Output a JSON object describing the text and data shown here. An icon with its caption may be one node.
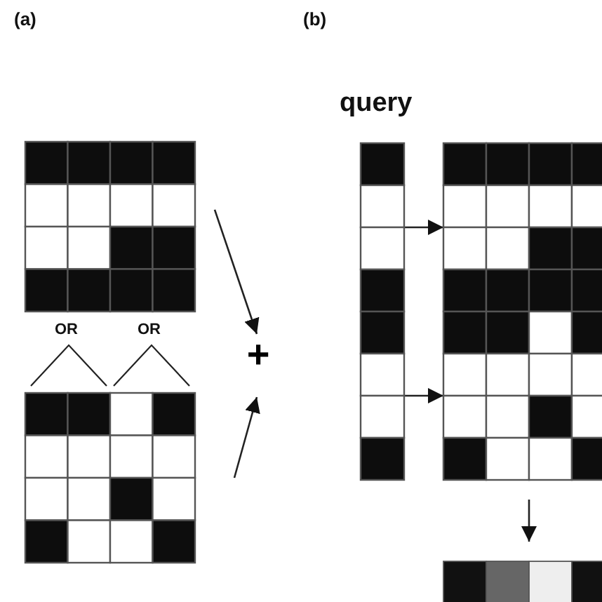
{
  "diagram": {
    "nodes": [
      {
        "text": [],
        "shape": "grid"
      },
      {
        "text": [],
        "shape": "grid"
      },
      {
        "text": [
          "+"
        ]
      },
      {
        "text": [],
        "shape": "grid",
        "beside": [
          "query"
        ]
      },
      {
        "text": [],
        "shape": "grid"
      },
      {
        "text": [],
        "shape": "bar"
      }
    ],
    "edges": [
      {
        "from": 0,
        "to": 2,
        "arrow": "to"
      },
      {
        "from": 1,
        "to": 2,
        "arrow": "to"
      },
      {
        "from": 3,
        "to": 4,
        "arrow": "to"
      },
      {
        "from": 3,
        "to": 4,
        "arrow": "to"
      },
      {
        "from": 4,
        "to": 5,
        "arrow": "to"
      }
    ],
    "labels": [
      "(a)",
      "OR",
      "OR",
      "(b)"
    ]
  }
}
